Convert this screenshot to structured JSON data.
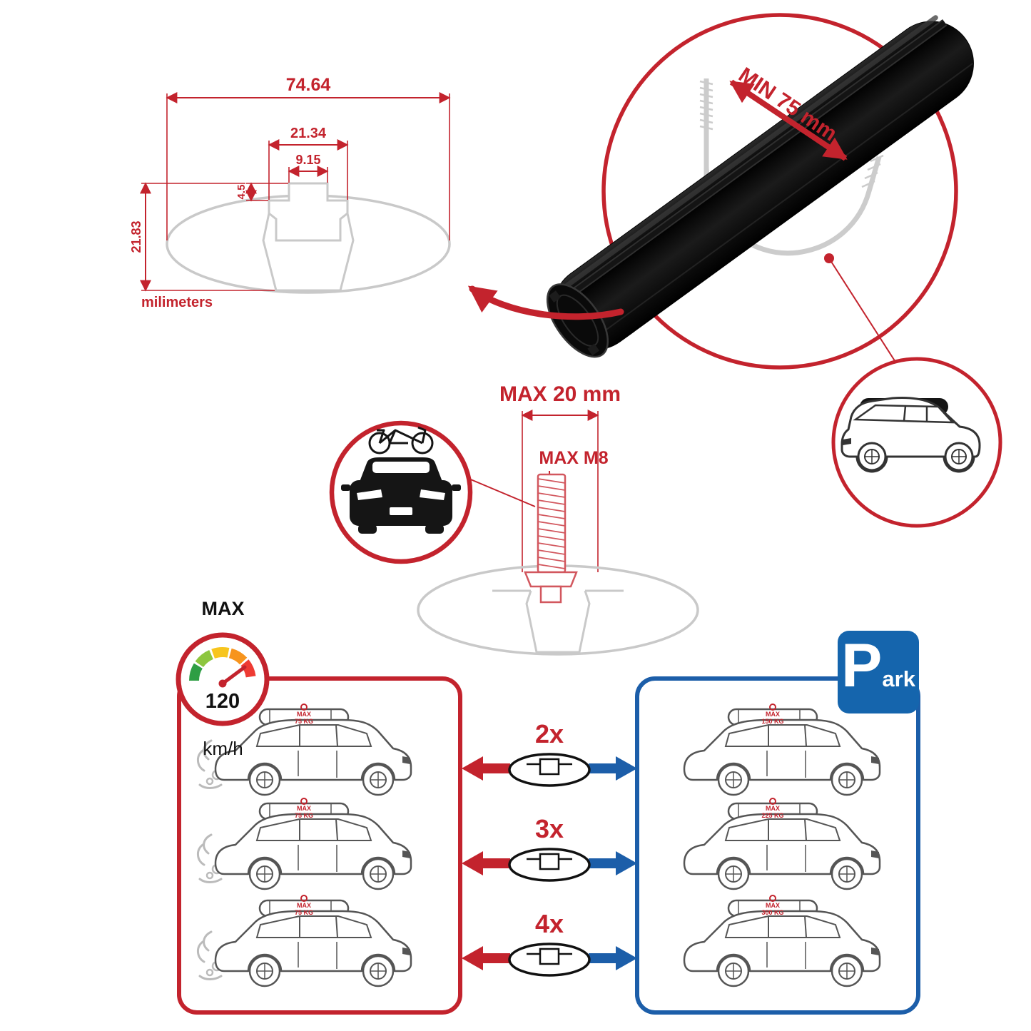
{
  "colors": {
    "red": "#c3232d",
    "blue": "#1c5ea9",
    "gray": "#c9c9c9",
    "black": "#111111"
  },
  "profile_dims": {
    "total_width": "74.64",
    "channel_width": "21.34",
    "slot_width": "9.15",
    "slot_depth": "4.5",
    "total_height": "21.83",
    "units_label": "milimeters"
  },
  "crossbar_detail": {
    "min_span_label": "MIN 75 mm"
  },
  "bolt_diagram": {
    "max_length_label": "MAX 20 mm",
    "max_thread_label": "MAX M8"
  },
  "speed_limit": {
    "label": "MAX",
    "value": "120",
    "unit": "km/h"
  },
  "parking_sign": {
    "letter": "P",
    "rest": "ark"
  },
  "kits": {
    "multipliers": [
      "2x",
      "3x",
      "4x"
    ],
    "driving_cars": [
      {
        "max": "MAX",
        "load": "75 KG"
      },
      {
        "max": "MAX",
        "load": "75 KG"
      },
      {
        "max": "MAX",
        "load": "75 KG"
      }
    ],
    "parking_cars": [
      {
        "max": "MAX",
        "load": "150 KG"
      },
      {
        "max": "MAX",
        "load": "225 KG"
      },
      {
        "max": "MAX",
        "load": "300 KG"
      }
    ]
  }
}
